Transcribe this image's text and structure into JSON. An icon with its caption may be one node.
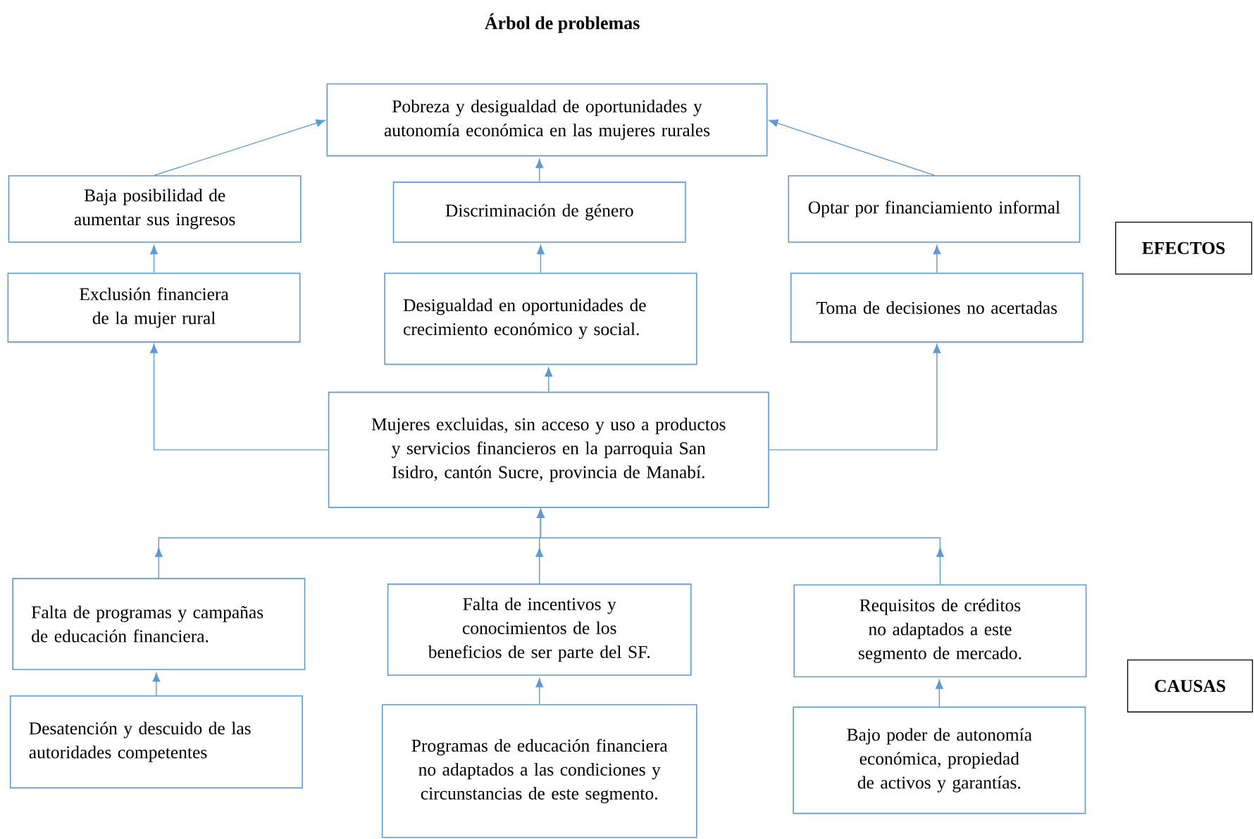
{
  "diagram": {
    "title": "Árbol de problemas",
    "nodes": [
      {
        "text": [
          "Pobreza y desigualdad de oportunidades y autonomía económica en las mujeres rurales"
        ]
      },
      {
        "text": [
          "Baja posibilidad de aumentar sus ingresos"
        ]
      },
      {
        "text": [
          "Discriminación de género"
        ]
      },
      {
        "text": [
          "Optar por financiamiento informal"
        ]
      },
      {
        "text": [
          "EFECTOS"
        ]
      },
      {
        "text": [
          "Exclusión financiera de la mujer rural"
        ]
      },
      {
        "text": [
          "Desigualdad en oportunidades de crecimiento económico y social."
        ]
      },
      {
        "text": [
          "Toma de decisiones no acertadas"
        ]
      },
      {
        "text": [
          "Mujeres excluidas, sin acceso y uso a productos y servicios financieros en la parroquia San Isidro, cantón Sucre, provincia de Manabí."
        ]
      },
      {
        "text": [
          "Falta de programas y campañas de educación financiera."
        ]
      },
      {
        "text": [
          "Falta de incentivos y conocimientos de los beneficios de ser parte del SF."
        ]
      },
      {
        "text": [
          "Requisitos de créditos no adaptados a este segmento de mercado."
        ]
      },
      {
        "text": [
          "CAUSAS"
        ]
      },
      {
        "text": [
          "Desatención y descuido de las autoridades competentes"
        ]
      },
      {
        "text": [
          "Programas de educación financiera no adaptados a las condiciones y circunstancias de este segmento."
        ]
      },
      {
        "text": [
          "Bajo poder de autonomía económica, propiedad de activos y garantías."
        ]
      }
    ],
    "edges": [
      {
        "from": 1,
        "to": 0,
        "arrow": "to"
      },
      {
        "from": 2,
        "to": 0,
        "arrow": "to"
      },
      {
        "from": 3,
        "to": 0,
        "arrow": "to"
      },
      {
        "from": 5,
        "to": 1,
        "arrow": "to"
      },
      {
        "from": 6,
        "to": 2,
        "arrow": "to"
      },
      {
        "from": 7,
        "to": 3,
        "arrow": "to"
      },
      {
        "from": 8,
        "to": 6,
        "arrow": "to"
      },
      {
        "from": 8,
        "to": 5,
        "arrow": "to"
      },
      {
        "from": 8,
        "to": 7,
        "arrow": "to"
      },
      {
        "from": 9,
        "to": 8,
        "arrow": "to"
      },
      {
        "from": 10,
        "to": 8,
        "arrow": "to"
      },
      {
        "from": 11,
        "to": 8,
        "arrow": "to"
      },
      {
        "from": 13,
        "to": 9,
        "arrow": "to"
      },
      {
        "from": 14,
        "to": 10,
        "arrow": "to"
      },
      {
        "from": 15,
        "to": 11,
        "arrow": "to"
      }
    ]
  }
}
